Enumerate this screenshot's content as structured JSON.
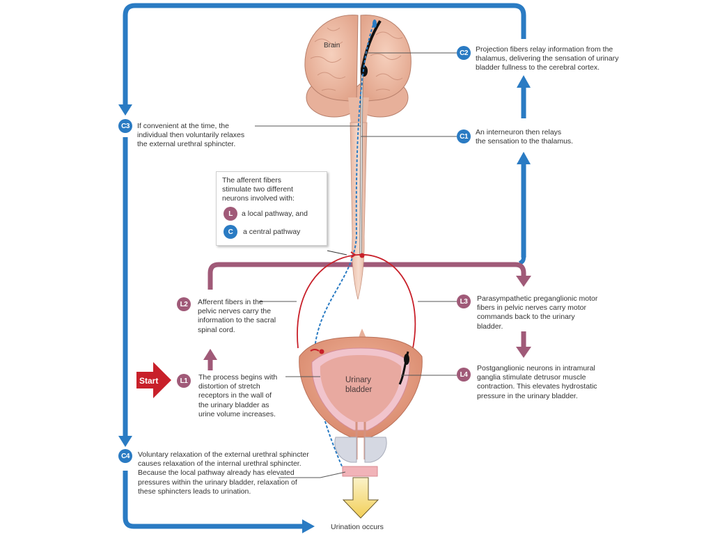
{
  "diagram": {
    "title": "Micturition reflex",
    "colors": {
      "central": "#2a7bc3",
      "local": "#a05a78",
      "start": "#c8202a",
      "nerve": "#c8202a",
      "urine_arrow": "#f5d46a"
    },
    "organ_labels": {
      "brain": "Brain",
      "bladder_line1": "Urinary",
      "bladder_line2": "bladder"
    },
    "start_label": "Start",
    "outcome": "Urination occurs",
    "legend_box": {
      "intro": "The afferent fibers\nstimulate two different\nneurons involved with:",
      "items": [
        {
          "badge": "L",
          "text": "a local pathway, and"
        },
        {
          "badge": "C",
          "text": "a central pathway"
        }
      ]
    },
    "steps": {
      "L1": {
        "badge": "L1",
        "text": "The process begins with\ndistortion of stretch\nreceptors in the wall of\nthe urinary bladder as\nurine volume increases."
      },
      "L2": {
        "badge": "L2",
        "text": "Afferent fibers in the\npelvic nerves carry the\ninformation to the sacral\nspinal cord."
      },
      "L3": {
        "badge": "L3",
        "text": "Parasympathetic preganglionic motor\nfibers in pelvic nerves carry motor\ncommands back to the urinary\nbladder."
      },
      "L4": {
        "badge": "L4",
        "text": "Postganglionic neurons in intramural\nganglia stimulate detrusor muscle\ncontraction. This elevates hydrostatic\npressure in the urinary bladder."
      },
      "C1": {
        "badge": "C1",
        "text": "An interneuron then relays\nthe sensation to the thalamus."
      },
      "C2": {
        "badge": "C2",
        "text": "Projection fibers relay information from the\nthalamus, delivering the sensation of urinary\nbladder fullness to the cerebral cortex."
      },
      "C3": {
        "badge": "C3",
        "text": "If convenient at the time, the\nindividual then voluntarily relaxes\nthe external urethral sphincter."
      },
      "C4": {
        "badge": "C4",
        "text": "Voluntary relaxation of the external urethral sphincter\ncauses relaxation of the internal urethral sphincter.\nBecause the local pathway already has elevated\npressures within the urinary bladder, relaxation of\nthese sphincters leads to urination."
      }
    }
  }
}
